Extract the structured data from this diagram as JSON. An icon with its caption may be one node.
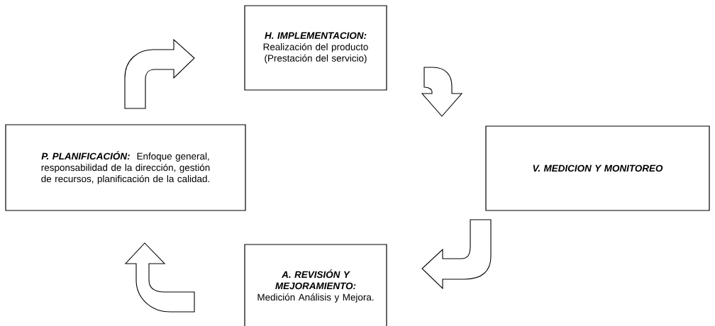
{
  "diagram": {
    "nodes": [
      {
        "text": [
          "H. IMPLEMENTACION:",
          "Realización del producto (Prestación del servicio)"
        ]
      },
      {
        "text": [
          "V. MEDICION Y MONITOREO"
        ]
      },
      {
        "text": [
          "A. REVISIÓN Y MEJORAMIENTO:",
          "Medición Análisis y Mejora."
        ]
      },
      {
        "text": [
          "P. PLANIFICACIÓN:",
          "Enfoque general, responsabilidad de la dirección, gestión de recursos, planificación de la calidad."
        ]
      }
    ],
    "edges": [
      {
        "from": 3,
        "to": 0,
        "arrow": "to"
      },
      {
        "from": 0,
        "to": 1,
        "arrow": "to"
      },
      {
        "from": 1,
        "to": 2,
        "arrow": "to"
      },
      {
        "from": 2,
        "to": 3,
        "arrow": "to"
      }
    ]
  }
}
